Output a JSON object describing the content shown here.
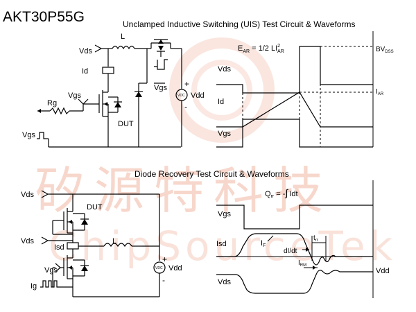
{
  "part_number": "AKT30P55G",
  "uis": {
    "title": "Unclamped Inductive Switching (UIS) Test Circuit & Waveforms",
    "circuit": {
      "vds": "Vds",
      "l": "L",
      "id": "Id",
      "vgs": "Vgs",
      "rg": "Rg",
      "dut": "DUT",
      "vgs_pulse": "Vgs",
      "vgs_bar": "Vgs",
      "vdd": "Vdd",
      "vdc": "VDC",
      "plus": "+",
      "minus": "-"
    },
    "waveform": {
      "eq_e": "E",
      "eq_e_sub": "AR",
      "eq_mid": " = 1/2 LI",
      "eq_sup": "2",
      "eq_i_sub": "AR",
      "bv": "BV",
      "bv_sub": "DSS",
      "iar": "I",
      "iar_sub": "AR",
      "vds": "Vds",
      "id": "Id",
      "vgs": "Vgs"
    }
  },
  "drr": {
    "title": "Diode Recovery Test Circuit & Waveforms",
    "circuit": {
      "vds_top": "Vds",
      "dut": "DUT",
      "vds_mid": "Vds",
      "isd": "Isd",
      "l": "L",
      "vgs": "Vgs",
      "vdd": "Vdd",
      "vdc": "VDC",
      "ig": "Ig",
      "plus": "+",
      "minus": "-"
    },
    "waveform": {
      "q": "Q",
      "q_sub": "rr",
      "q_eq": " = -",
      "q_int": "Idt",
      "vgs": "Vgs",
      "isd": "Isd",
      "vds": "Vds",
      "vdd": "Vdd",
      "if": "I",
      "if_sub": "F",
      "didt": "dI/dt",
      "irm": "I",
      "irm_sub": "RM",
      "trr": "t",
      "trr_sub": "rr"
    }
  },
  "watermark": {
    "cn": "矽源特科技",
    "en": "ChipSourceTek"
  }
}
